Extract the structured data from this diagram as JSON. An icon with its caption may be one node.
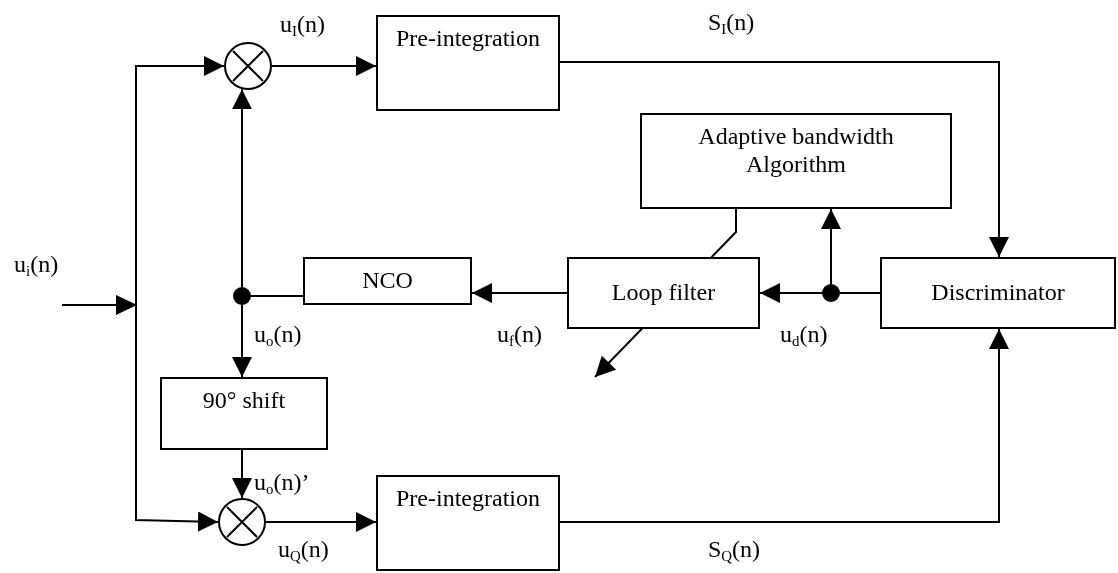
{
  "diagram": {
    "nodes": [
      {
        "text": [],
        "shape": "circle"
      },
      {
        "text": [
          "Pre-integration"
        ]
      },
      {
        "text": [
          "Adaptive bandwidth Algorithm"
        ]
      },
      {
        "text": [
          "NCO"
        ]
      },
      {
        "text": [
          "Loop filter"
        ]
      },
      {
        "text": [
          "Discriminator"
        ]
      },
      {
        "text": [],
        "shape": "dot"
      },
      {
        "text": [],
        "shape": "dot"
      },
      {
        "text": [
          "90° shift"
        ]
      },
      {
        "text": [],
        "shape": "circle"
      },
      {
        "text": [
          "Pre-integration"
        ]
      }
    ],
    "edges": [
      {
        "from": null,
        "to": 0,
        "arrow": "to",
        "label": "u$_{i}$(n)"
      },
      {
        "from": null,
        "to": 9,
        "arrow": "to"
      },
      {
        "from": 0,
        "to": 1,
        "arrow": "to",
        "label": "u$_{I}$(n)"
      },
      {
        "from": 1,
        "to": 5,
        "arrow": "to",
        "label": "S$_{I}$(n)"
      },
      {
        "from": 5,
        "to": 7,
        "arrow": "none"
      },
      {
        "from": 7,
        "to": 4,
        "arrow": "to",
        "label": "u$_{d}$(n)"
      },
      {
        "from": 7,
        "to": 2,
        "arrow": "to"
      },
      {
        "from": 4,
        "to": 3,
        "arrow": "to",
        "label": "u$_{f}$(n)"
      },
      {
        "from": 3,
        "to": 6,
        "arrow": "none"
      },
      {
        "from": 6,
        "to": 0,
        "arrow": "to"
      },
      {
        "from": 6,
        "to": 8,
        "arrow": "to",
        "label": "u$_{o}$(n)"
      },
      {
        "from": 8,
        "to": 9,
        "arrow": "to",
        "label": "u$_{o}$(n)’"
      },
      {
        "from": 9,
        "to": 10,
        "arrow": "to",
        "label": "u$_{Q}$(n)"
      },
      {
        "from": 10,
        "to": 5,
        "arrow": "to",
        "label": "S$_{Q}$(n)"
      },
      {
        "from": 2,
        "to": null,
        "arrow": "to"
      }
    ]
  }
}
